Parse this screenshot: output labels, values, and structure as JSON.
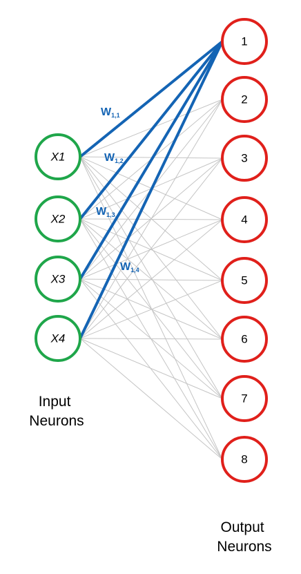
{
  "colors": {
    "input_stroke": "#1fa64a",
    "output_stroke": "#e0201b",
    "highlight_edge": "#1464b4",
    "weight_text": "#1464b4",
    "faint_edge": "#c4c4c4"
  },
  "input_neurons": [
    {
      "label": "X1"
    },
    {
      "label": "X2"
    },
    {
      "label": "X3"
    },
    {
      "label": "X4"
    }
  ],
  "output_neurons": [
    {
      "label": "1"
    },
    {
      "label": "2"
    },
    {
      "label": "3"
    },
    {
      "label": "4"
    },
    {
      "label": "5"
    },
    {
      "label": "6"
    },
    {
      "label": "7"
    },
    {
      "label": "8"
    }
  ],
  "weights": [
    {
      "main": "W",
      "sub": "1,1"
    },
    {
      "main": "W",
      "sub": "1,2"
    },
    {
      "main": "W",
      "sub": "1,3"
    },
    {
      "main": "W",
      "sub": "1,4"
    }
  ],
  "labels": {
    "input_line1": "Input",
    "input_line2": "Neurons",
    "output_line1": "Output",
    "output_line2": "Neurons"
  }
}
